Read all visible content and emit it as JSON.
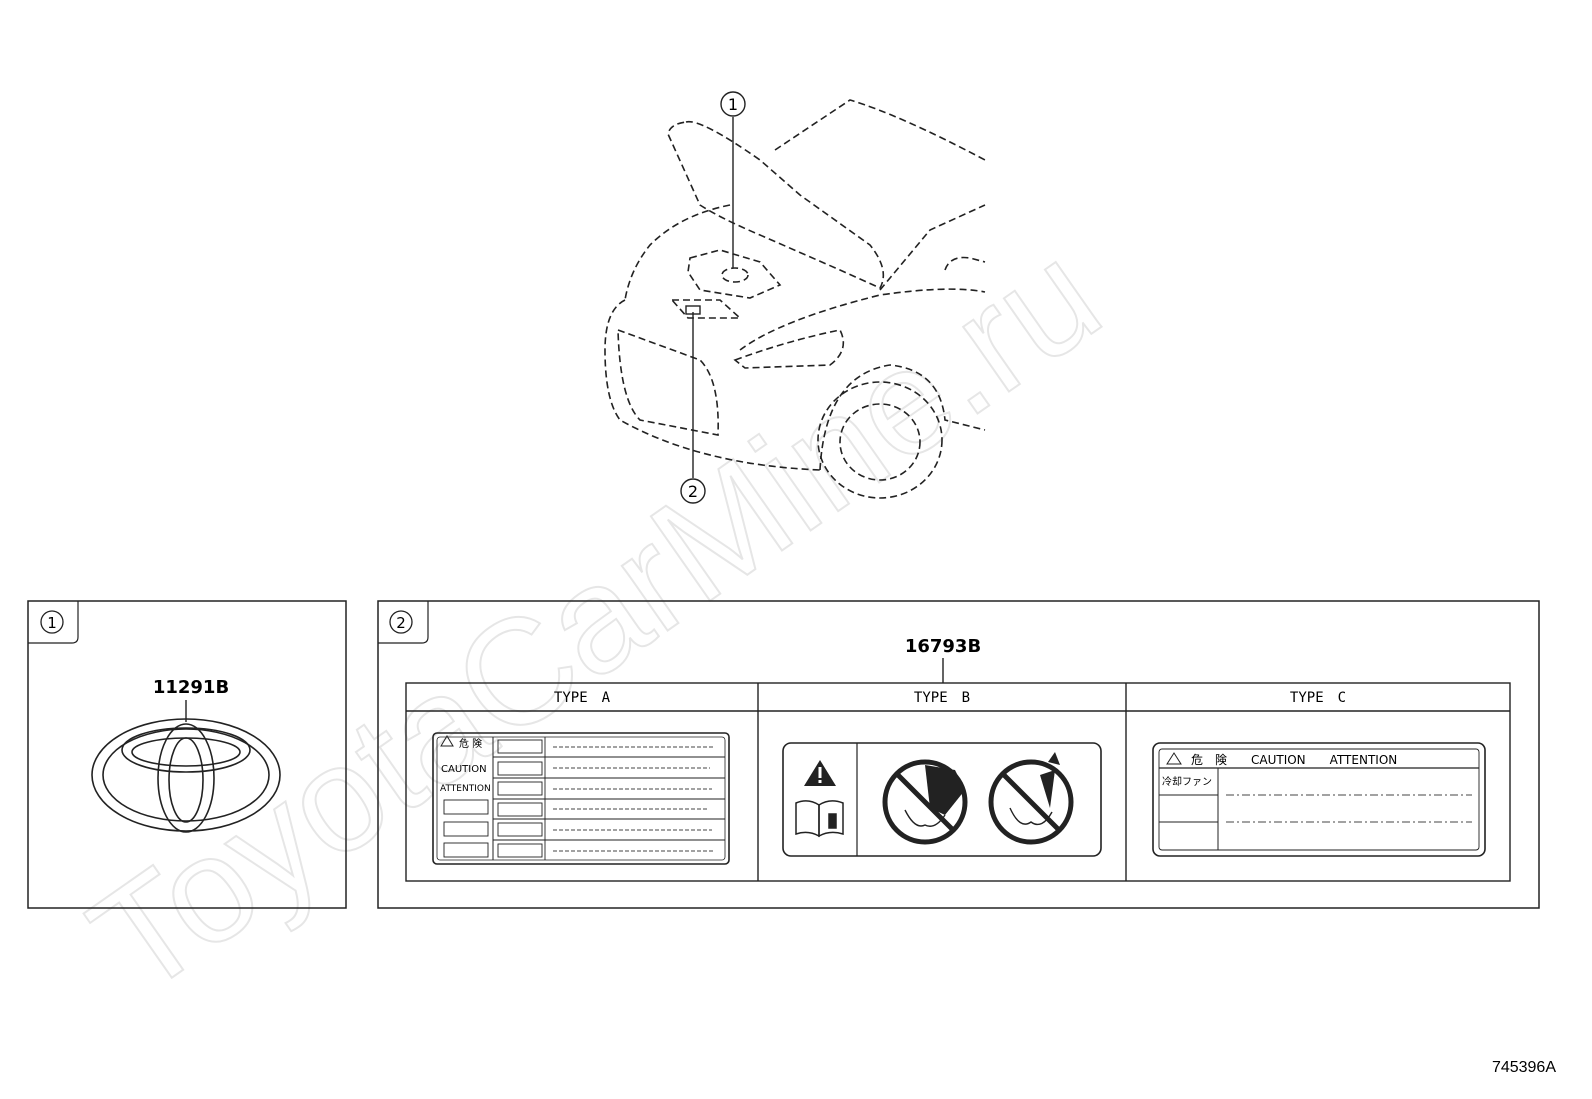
{
  "watermark": "ToyotaCarMine.ru",
  "drawing_number": "745396A",
  "callouts": [
    {
      "id": "1",
      "label": "①"
    },
    {
      "id": "2",
      "label": "②"
    }
  ],
  "panel1": {
    "callout": "①",
    "part_number": "11291B"
  },
  "panel2": {
    "callout": "②",
    "part_number": "16793B",
    "types": [
      {
        "header": "TYPE　A"
      },
      {
        "header": "TYPE　B"
      },
      {
        "header": "TYPE　C"
      }
    ],
    "type_a": {
      "kiken": "危 険",
      "caution": "CAUTION",
      "attention": "ATTENTION"
    },
    "type_c": {
      "header": "危　険　　CAUTION　　ATTENTION",
      "row1": "冷却ファン"
    }
  }
}
